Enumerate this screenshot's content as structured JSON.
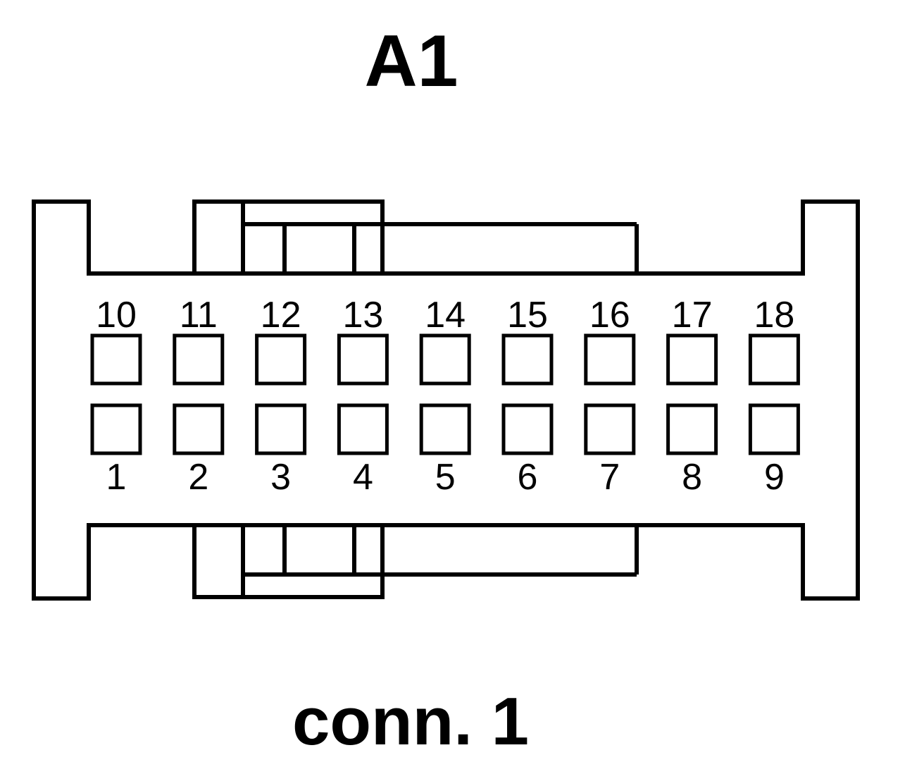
{
  "header": {
    "title": "A1"
  },
  "footer": {
    "caption": "conn. 1"
  },
  "connector": {
    "top_row": [
      "10",
      "11",
      "12",
      "13",
      "14",
      "15",
      "16",
      "17",
      "18"
    ],
    "bottom_row": [
      "1",
      "2",
      "3",
      "4",
      "5",
      "6",
      "7",
      "8",
      "9"
    ]
  },
  "colors": {
    "stroke": "#000000",
    "background": "#ffffff"
  }
}
